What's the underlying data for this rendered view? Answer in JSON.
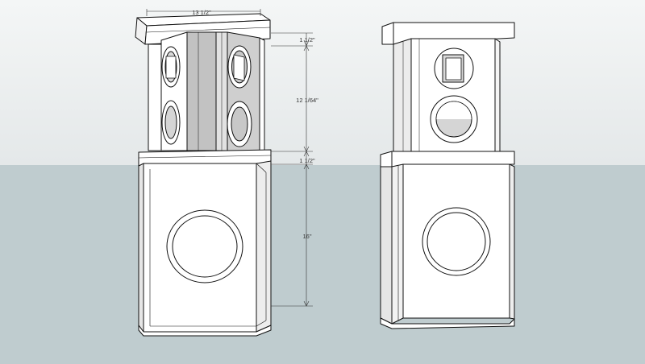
{
  "colors": {
    "sky": "#ebeeef",
    "ground": "#bfcccf",
    "horizon": "#b5c2c5",
    "face": "#ffffff",
    "face_shade": "#f1f1f1",
    "side_shade": "#dcdcdc",
    "dark_panel": "#bdbdbd",
    "edge": "#111111",
    "dim_line": "#333333"
  },
  "dimensions": {
    "width_top": "13 1/2\"",
    "lid_top": "1 1/2\"",
    "upper_height": "12 1/64\"",
    "lid_middle": "1 1/2\"",
    "lower_height": "16\""
  }
}
